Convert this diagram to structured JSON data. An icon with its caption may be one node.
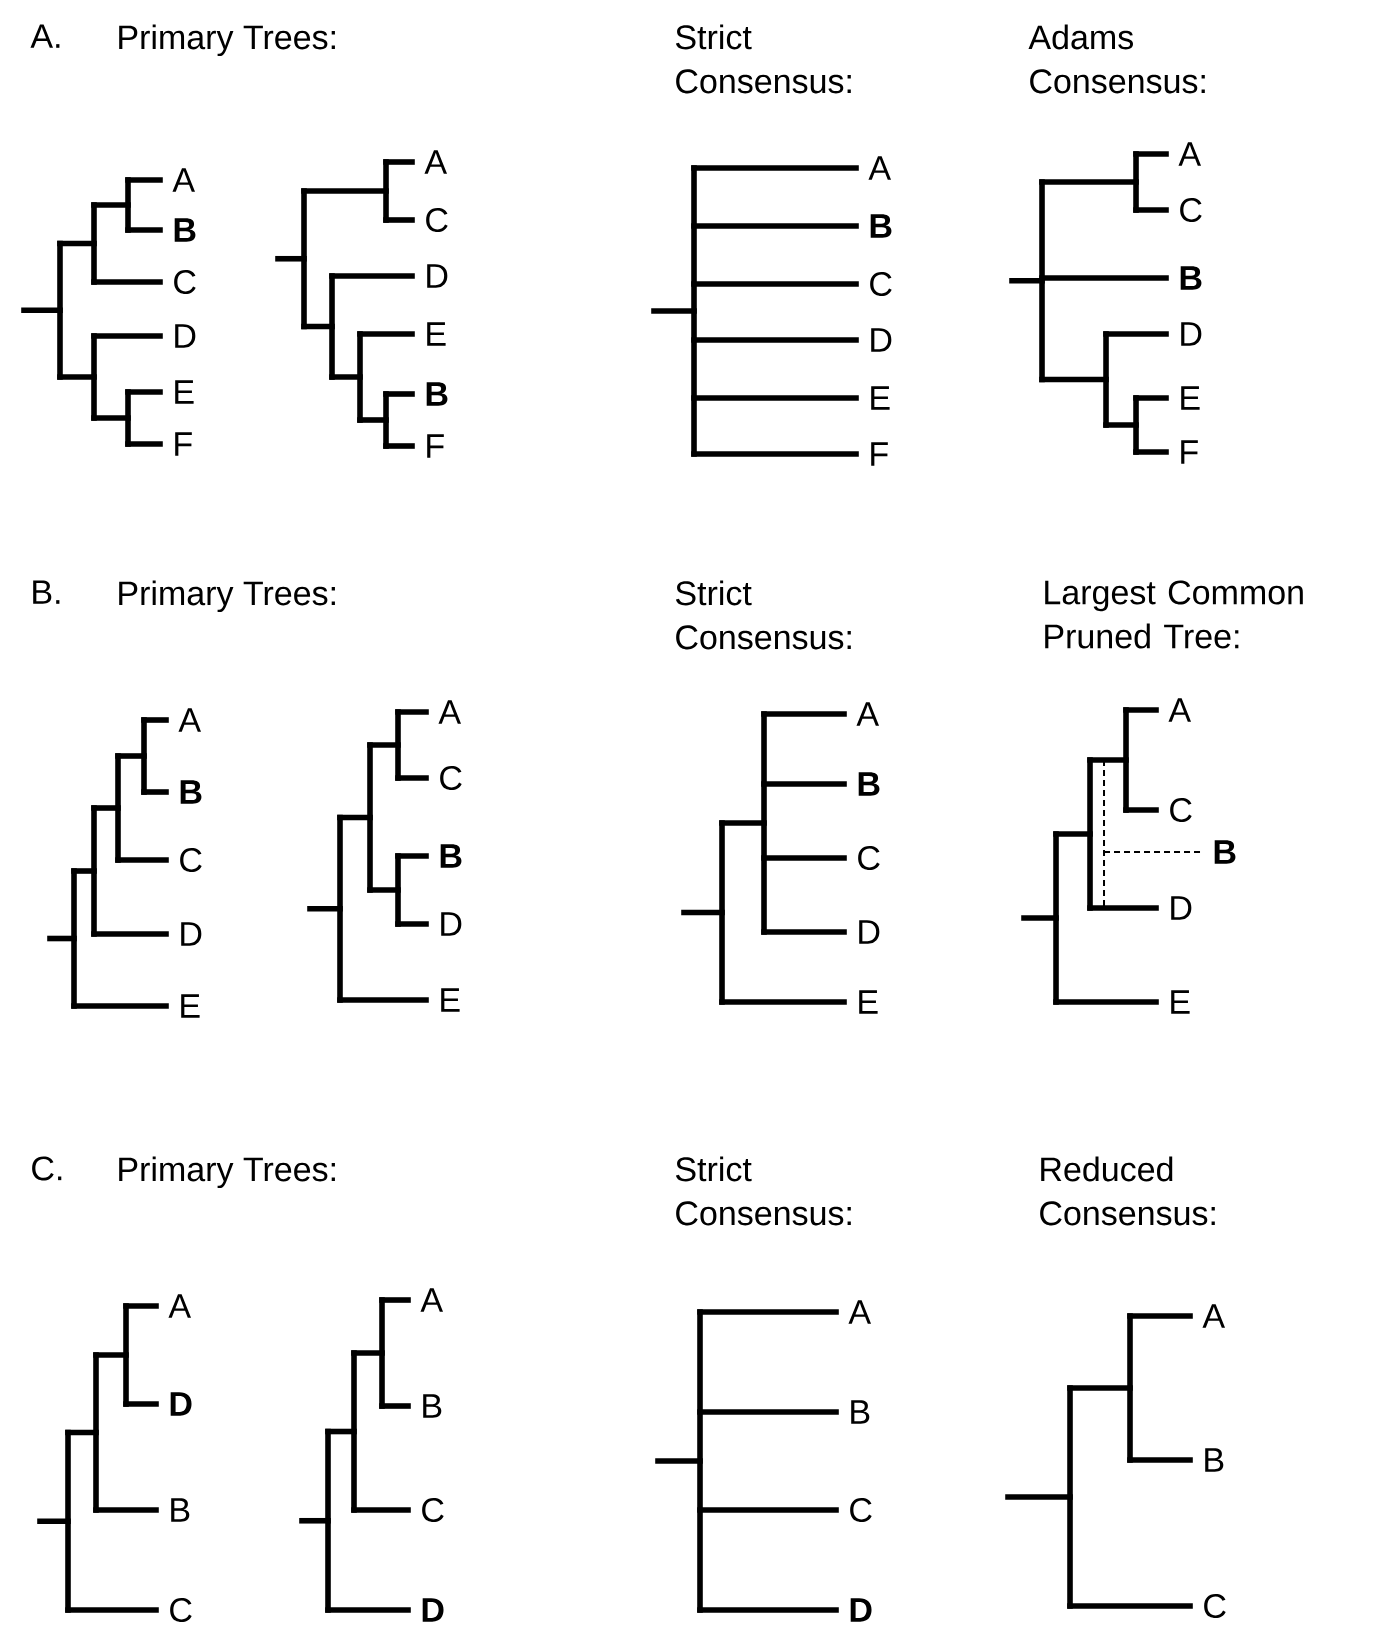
{
  "diagram": {
    "labels": [
      "A.",
      "Primary Trees:",
      "Strict Consensus:",
      "Adams Consensus:",
      "A",
      "B",
      "C",
      "D",
      "E",
      "F",
      "A",
      "C",
      "D",
      "E",
      "B",
      "F",
      "A",
      "B",
      "C",
      "D",
      "E",
      "F",
      "A",
      "C",
      "B",
      "D",
      "E",
      "F",
      "B.",
      "Primary Trees:",
      "Strict Consensus:",
      "Largest Common Pruned Tree:",
      "A",
      "B",
      "C",
      "D",
      "E",
      "A",
      "C",
      "B",
      "D",
      "E",
      "A",
      "B",
      "C",
      "D",
      "E",
      "A",
      "C",
      "B",
      "D",
      "E",
      "C.",
      "Primary Trees:",
      "Strict Consensus:",
      "Reduced Consensus:",
      "A",
      "D",
      "B",
      "C",
      "A",
      "B",
      "C",
      "D",
      "A",
      "B",
      "C",
      "D",
      "A",
      "B",
      "C"
    ]
  }
}
